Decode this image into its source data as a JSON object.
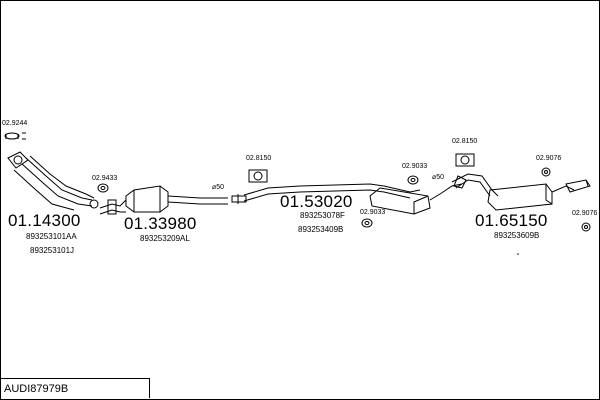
{
  "diagram_id": "AUDI87979B",
  "parts": [
    {
      "number": "01.14300",
      "oe_codes": [
        "893253101AA",
        "893253101J"
      ]
    },
    {
      "number": "01.33980",
      "oe_codes": [
        "893253209AL"
      ]
    },
    {
      "number": "01.53020",
      "oe_codes": [
        "893253078F",
        "893253409B"
      ]
    },
    {
      "number": "01.65150",
      "oe_codes": [
        "893253609B"
      ]
    }
  ],
  "accessories": [
    {
      "code": "02.9244"
    },
    {
      "code": "02.9433"
    },
    {
      "code": "02.8150"
    },
    {
      "code": "02.9033"
    },
    {
      "code": "02.9033"
    },
    {
      "code": "02.8150"
    },
    {
      "code": "02.9076"
    },
    {
      "code": "02.9076"
    }
  ],
  "diameters": [
    "⌀50",
    "⌀50"
  ],
  "colors": {
    "line": "#000000",
    "background": "#ffffff"
  }
}
